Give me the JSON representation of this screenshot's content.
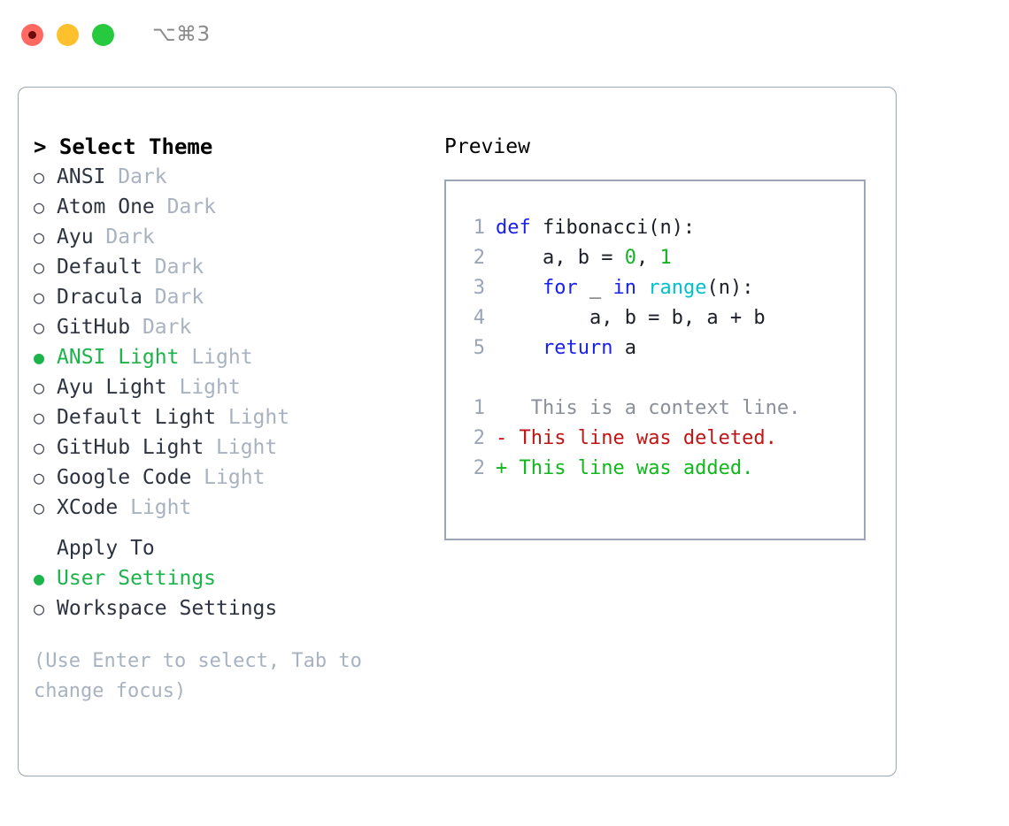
{
  "titlebar": {
    "shortcut": "⌥⌘3",
    "buttons": [
      {
        "name": "close",
        "color": "#ff6962"
      },
      {
        "name": "minimize",
        "color": "#ffc02e"
      },
      {
        "name": "maximize",
        "color": "#27c93f"
      }
    ]
  },
  "theme_picker": {
    "heading": "> Select Theme",
    "selected_bullet": "●",
    "unselected_bullet": "○",
    "accent_color": "#1cb44a",
    "items": [
      {
        "name": "ANSI",
        "badge": "Dark",
        "selected": false
      },
      {
        "name": "Atom One",
        "badge": "Dark",
        "selected": false
      },
      {
        "name": "Ayu",
        "badge": "Dark",
        "selected": false
      },
      {
        "name": "Default",
        "badge": "Dark",
        "selected": false
      },
      {
        "name": "Dracula",
        "badge": "Dark",
        "selected": false
      },
      {
        "name": "GitHub",
        "badge": "Dark",
        "selected": false
      },
      {
        "name": "ANSI Light",
        "badge": "Light",
        "selected": true
      },
      {
        "name": "Ayu Light",
        "badge": "Light",
        "selected": false
      },
      {
        "name": "Default Light",
        "badge": "Light",
        "selected": false
      },
      {
        "name": "GitHub Light",
        "badge": "Light",
        "selected": false
      },
      {
        "name": "Google Code",
        "badge": "Light",
        "selected": false
      },
      {
        "name": "XCode",
        "badge": "Light",
        "selected": false
      }
    ]
  },
  "apply_to": {
    "heading": "Apply To",
    "items": [
      {
        "name": "User Settings",
        "selected": true
      },
      {
        "name": "Workspace Settings",
        "selected": false
      }
    ]
  },
  "hint": "(Use Enter to select, Tab to change focus)",
  "preview": {
    "title": "Preview",
    "code_lines": [
      {
        "lnum": "1",
        "tokens": [
          {
            "t": "def",
            "c": "kw"
          },
          {
            "t": " fibonacci(n):",
            "c": "ctext"
          }
        ]
      },
      {
        "lnum": "2",
        "tokens": [
          {
            "t": "    a, b = ",
            "c": "ctext"
          },
          {
            "t": "0",
            "c": "num"
          },
          {
            "t": ", ",
            "c": "ctext"
          },
          {
            "t": "1",
            "c": "num"
          }
        ]
      },
      {
        "lnum": "3",
        "tokens": [
          {
            "t": "    ",
            "c": "ctext"
          },
          {
            "t": "for",
            "c": "kw"
          },
          {
            "t": " _ ",
            "c": "ctext"
          },
          {
            "t": "in",
            "c": "kw"
          },
          {
            "t": " ",
            "c": "ctext"
          },
          {
            "t": "range",
            "c": "fn"
          },
          {
            "t": "(n):",
            "c": "ctext"
          }
        ]
      },
      {
        "lnum": "4",
        "tokens": [
          {
            "t": "        a, b = b, a + b",
            "c": "ctext"
          }
        ]
      },
      {
        "lnum": "5",
        "tokens": [
          {
            "t": "    ",
            "c": "ctext"
          },
          {
            "t": "return",
            "c": "kw"
          },
          {
            "t": " a",
            "c": "ctext"
          }
        ]
      }
    ],
    "diff_lines": [
      {
        "lnum": "1",
        "marker": " ",
        "text": "  This is a context line.",
        "kind": "d-ctx"
      },
      {
        "lnum": "2",
        "marker": "-",
        "text": " This line was deleted.",
        "kind": "d-del"
      },
      {
        "lnum": "2",
        "marker": "+",
        "text": " This line was added.",
        "kind": "d-add"
      }
    ]
  }
}
